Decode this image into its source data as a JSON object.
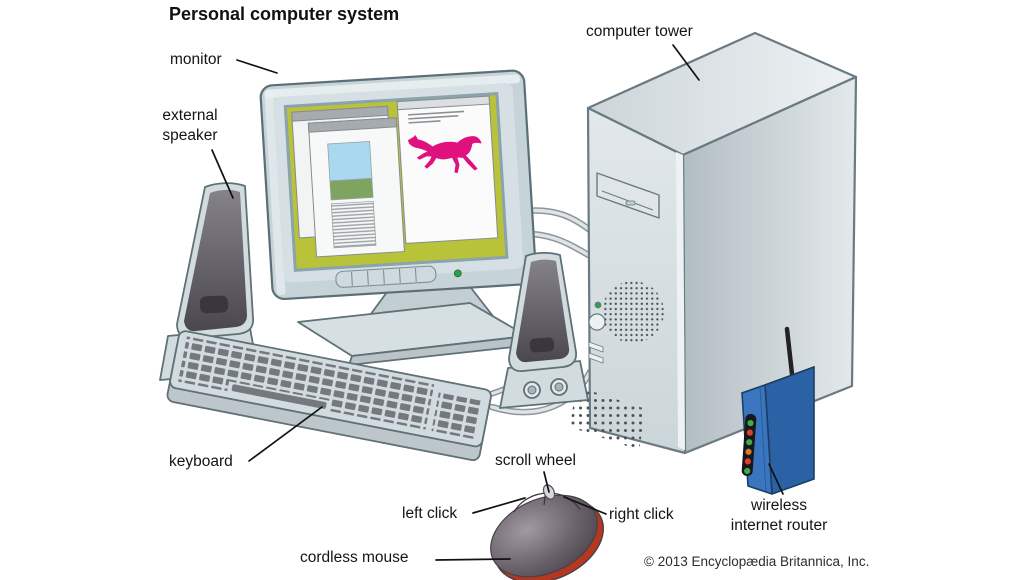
{
  "title": "Personal computer system",
  "copyright": "© 2013 Encyclopædia Britannica, Inc.",
  "labels": {
    "monitor": "monitor",
    "external_speaker": "external\nspeaker",
    "computer_tower": "computer tower",
    "keyboard": "keyboard",
    "scroll_wheel": "scroll wheel",
    "left_click": "left click",
    "right_click": "right click",
    "cordless_mouse": "cordless mouse",
    "wireless_internet_router": "wireless\ninternet router"
  },
  "illustration": {
    "devices": [
      "monitor",
      "external speaker",
      "computer tower",
      "keyboard",
      "cordless mouse",
      "wireless internet router"
    ],
    "screen": {
      "desktop_color": "#b9c33a",
      "windows": 3,
      "horse_image_color": "#e0117e"
    },
    "router": {
      "body_color": "#3a76bf",
      "led_colors": [
        "#44a94e",
        "#d93f35",
        "#44a94e",
        "#d97b2e",
        "#d93f35",
        "#44a94e"
      ]
    },
    "colors": {
      "background": "#ffffff",
      "label_text": "#141414",
      "chassis_gray": "#d5dce0",
      "mouse_red_accent": "#b5371f",
      "speaker_front": "#5e5b63"
    }
  }
}
